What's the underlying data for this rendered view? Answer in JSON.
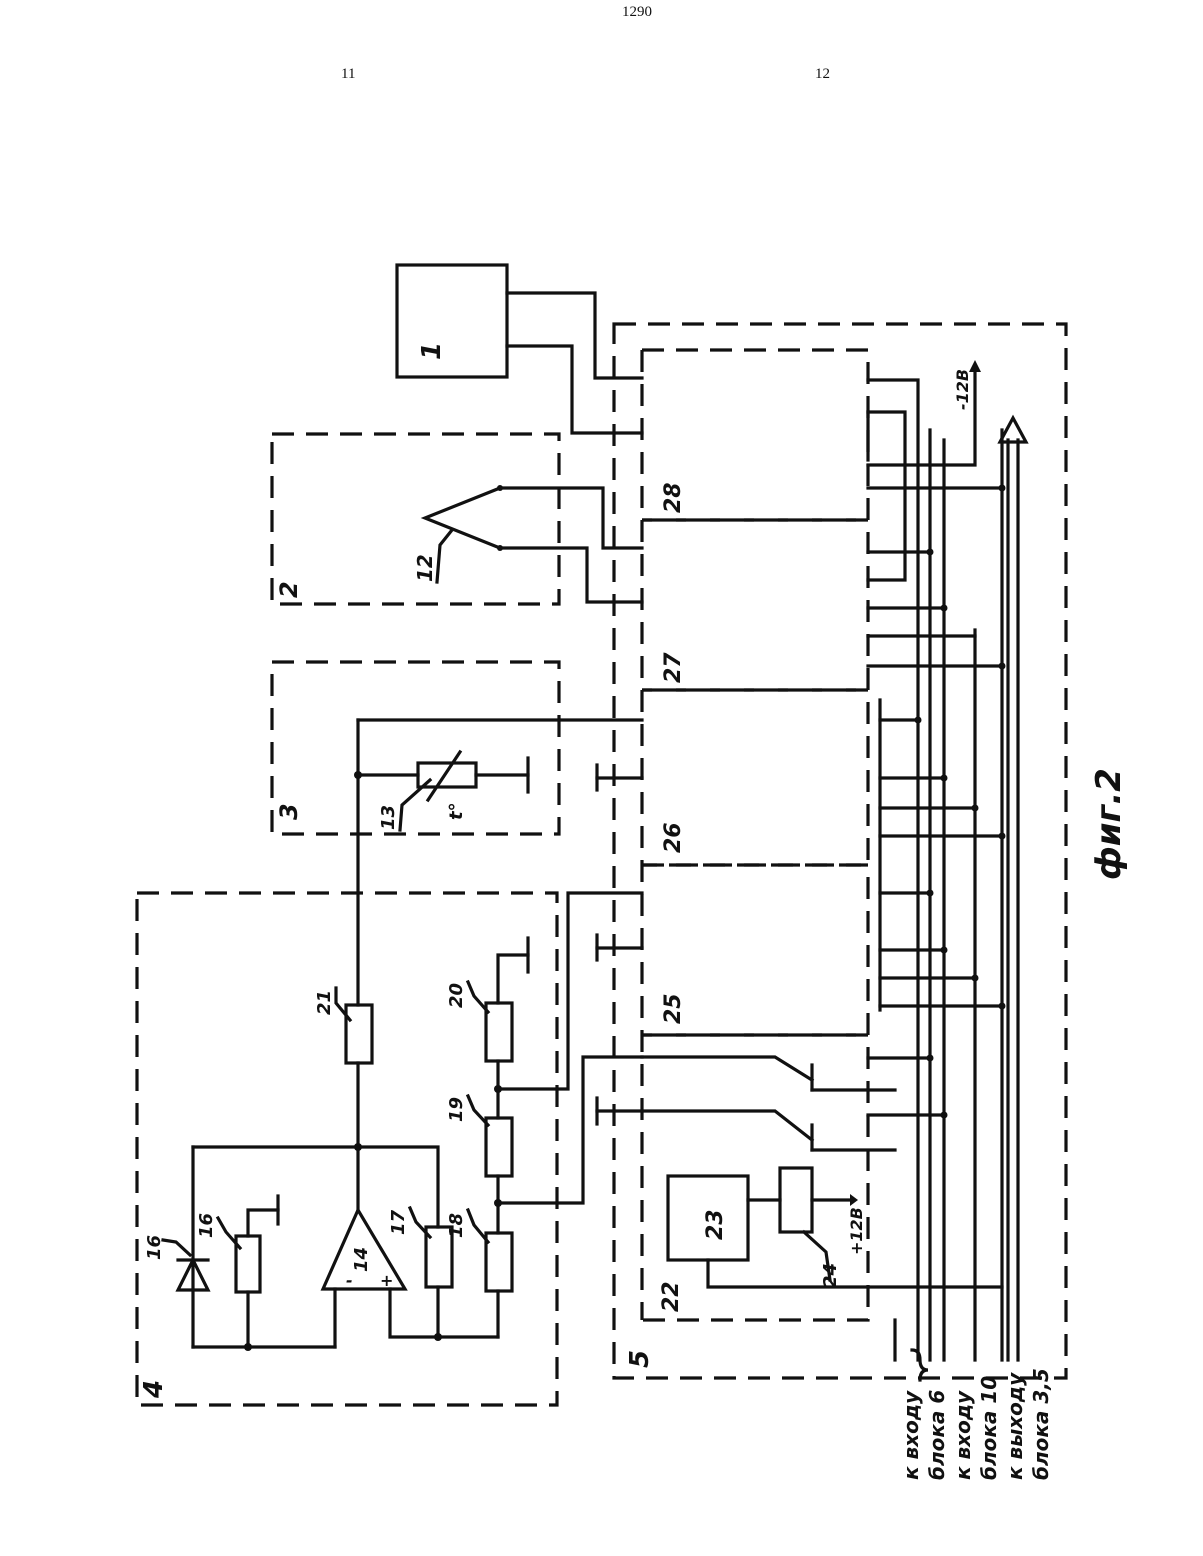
{
  "header": {
    "page_number": "1290",
    "column_left": "11",
    "column_right": "12"
  },
  "figure": {
    "caption": "фиг.2",
    "block_labels": [
      "1",
      "2",
      "3",
      "4",
      "5"
    ],
    "component_labels": [
      "12",
      "13",
      "14",
      "16",
      "16",
      "17",
      "18",
      "19",
      "20",
      "21",
      "22",
      "23",
      "24",
      "25",
      "26",
      "27",
      "28"
    ],
    "thermistor_mark": "t°",
    "opamp_signs": [
      "-",
      "+"
    ],
    "supply_minus": "-12В",
    "supply_plus": "+12В",
    "outputs": [
      "к входу",
      "блока 6",
      "к входу",
      "блока 10",
      "к выходу",
      "блока 3,5"
    ]
  }
}
